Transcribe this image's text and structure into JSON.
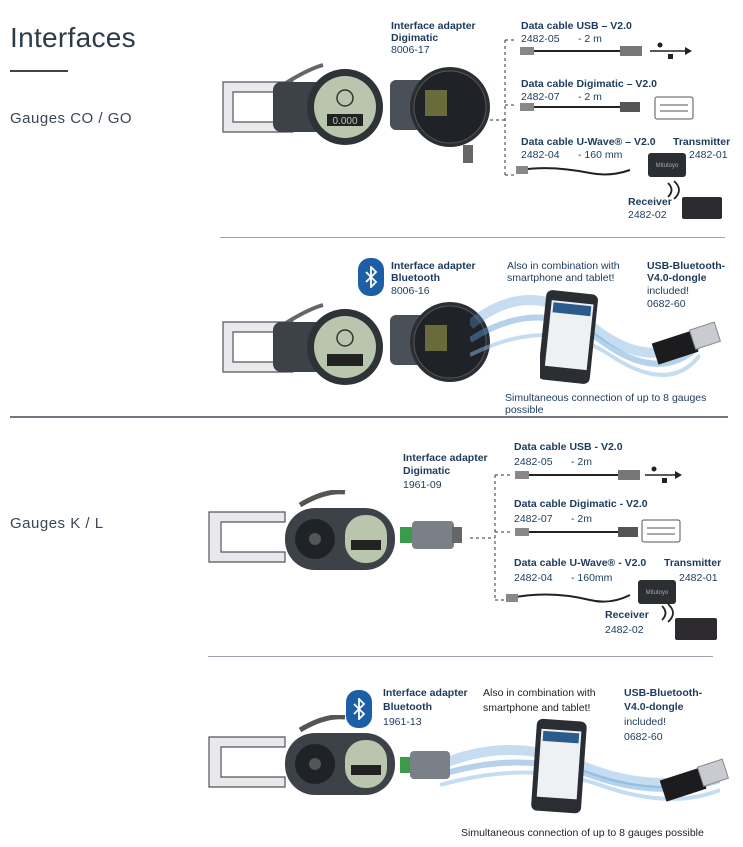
{
  "page": {
    "title": "Interfaces",
    "section1_label": "Gauges CO / GO",
    "section2_label": "Gauges K / L"
  },
  "s1": {
    "adapter_cable": {
      "title": "Interface adapter",
      "subtitle": "Digimatic",
      "code": "8006-17"
    },
    "usb": {
      "title": "Data cable USB – V2.0",
      "code": "2482-05",
      "length": "- 2 m"
    },
    "digimatic": {
      "title": "Data cable Digimatic – V2.0",
      "code": "2482-07",
      "length": "- 2 m"
    },
    "uwave": {
      "title": "Data cable U-Wave® – V2.0",
      "code": "2482-04",
      "length": "- 160 mm"
    },
    "transmitter": {
      "title": "Transmitter",
      "code": "2482-01"
    },
    "receiver": {
      "title": "Receiver",
      "code": "2482-02"
    },
    "adapter_bt": {
      "title": "Interface adapter",
      "subtitle": "Bluetooth",
      "code": "8006-16"
    },
    "combo_note": {
      "line1": "Also in combination with",
      "line2": "smartphone and tablet!"
    },
    "dongle": {
      "line1": "USB-Bluetooth-",
      "line2": "V4.0-dongle",
      "line3": "included!",
      "code": "0682-60"
    },
    "simultaneous": "Simultaneous connection of up to 8 gauges possible"
  },
  "s2": {
    "adapter_cable": {
      "title": "Interface adapter",
      "subtitle": "Digimatic",
      "code": "1961-09"
    },
    "usb": {
      "title": "Data cable USB - V2.0",
      "code": "2482-05",
      "length": "- 2m"
    },
    "digimatic": {
      "title": "Data cable Digimatic - V2.0",
      "code": "2482-07",
      "length": "- 2m"
    },
    "uwave": {
      "title": "Data cable U-Wave® - V2.0",
      "code": "2482-04",
      "length": "- 160mm"
    },
    "transmitter": {
      "title": "Transmitter",
      "code": "2482-01"
    },
    "receiver": {
      "title": "Receiver",
      "code": "2482-02"
    },
    "adapter_bt": {
      "title": "Interface adapter",
      "subtitle": "Bluetooth",
      "code": "1961-13"
    },
    "combo_note": {
      "line1": "Also in combination with",
      "line2": "smartphone and tablet!"
    },
    "dongle": {
      "line1": "USB-Bluetooth-",
      "line2": "V4.0-dongle",
      "line3": "included!",
      "code": "0682-60"
    },
    "simultaneous": "Simultaneous connection of up to 8 gauges possible"
  },
  "display": {
    "reading": "0.000"
  },
  "colors": {
    "navy": "#1d3a5c",
    "bluetooth": "#1d5fa6",
    "gauge_body": "#3d4248",
    "lcd": "#b9c6ad",
    "wave": "#5b9bd8"
  }
}
